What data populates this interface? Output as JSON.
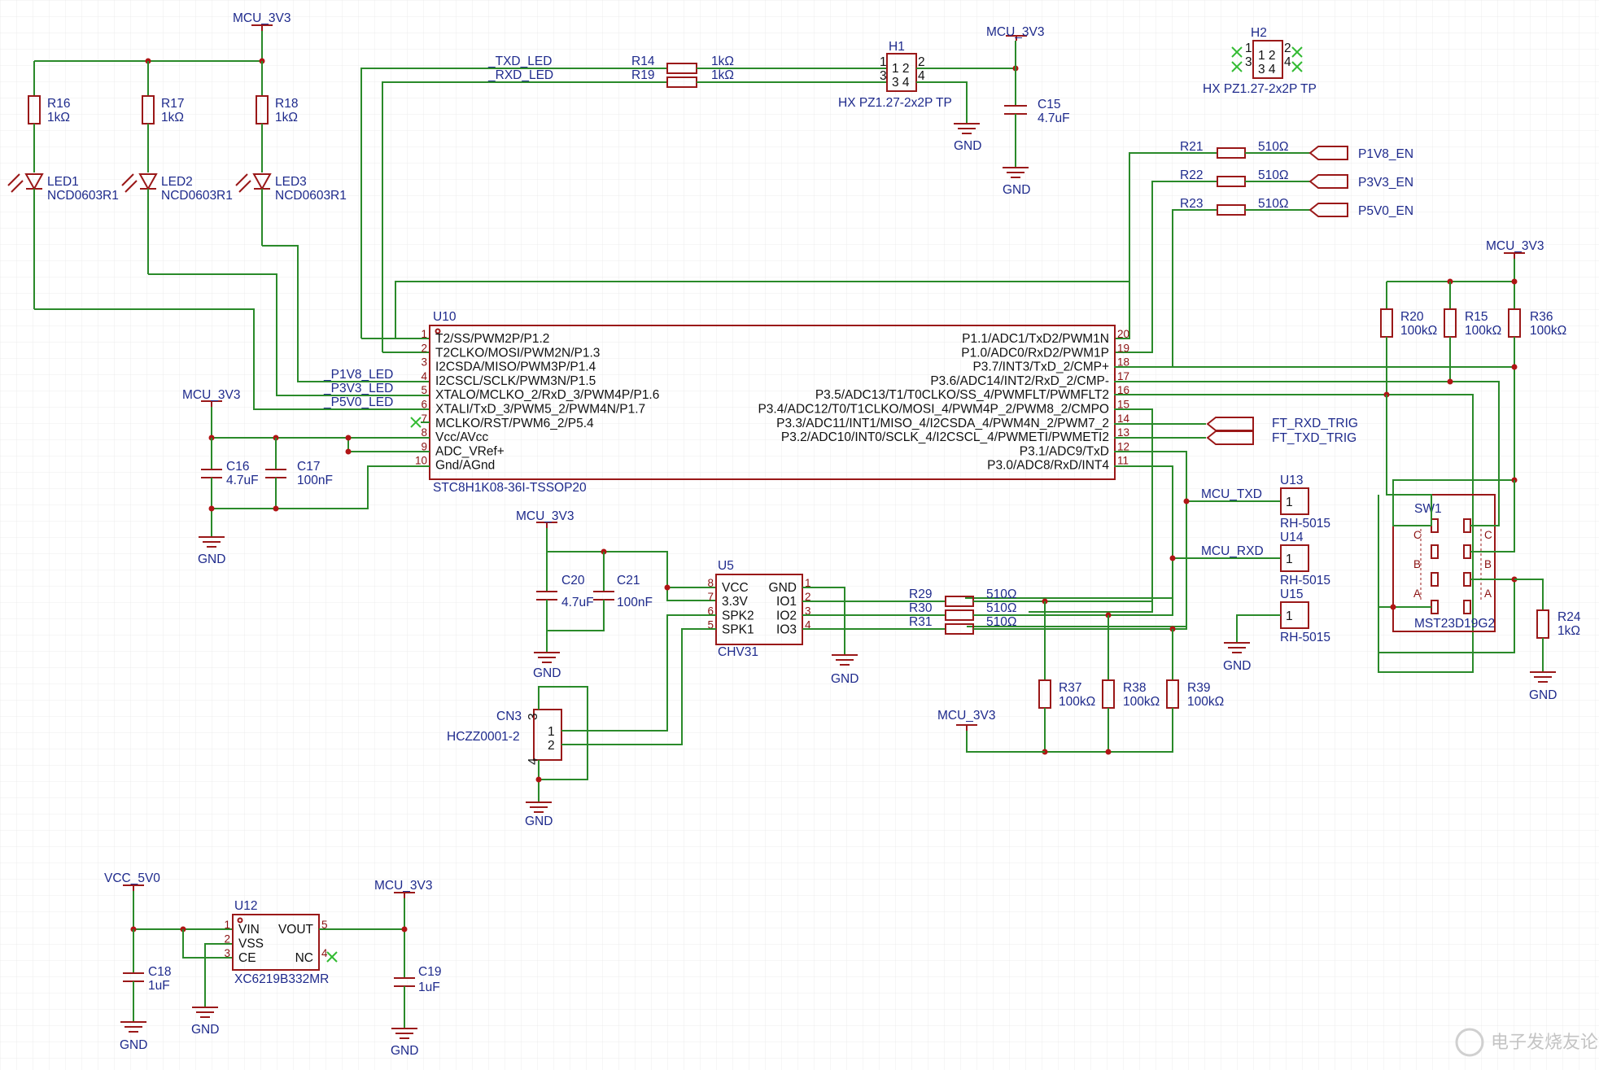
{
  "power": {
    "mcu_3v3": "MCU_3V3",
    "gnd": "GND",
    "vcc_5v0": "VCC_5V0"
  },
  "leds": [
    {
      "res": "R16",
      "res_val": "1kΩ",
      "led": "LED1",
      "led_val": "NCD0603R1"
    },
    {
      "res": "R17",
      "res_val": "1kΩ",
      "led": "LED2",
      "led_val": "NCD0603R1"
    },
    {
      "res": "R18",
      "res_val": "1kΩ",
      "led": "LED3",
      "led_val": "NCD0603R1"
    }
  ],
  "uart_leds": {
    "txd_net": "_TXD_LED",
    "rxd_net": "_RXD_LED",
    "r14": "R14",
    "r14_val": "1kΩ",
    "r19": "R19",
    "r19_val": "1kΩ"
  },
  "h1": {
    "ref": "H1",
    "value": "HX PZ1.27-2x2P TP",
    "pins": [
      "1",
      "2",
      "3",
      "4"
    ],
    "body": [
      "1 2",
      "3 4"
    ]
  },
  "h2": {
    "ref": "H2",
    "value": "HX PZ1.27-2x2P TP",
    "pins": [
      "1",
      "2",
      "3",
      "4"
    ],
    "body": [
      "1 2",
      "3 4"
    ]
  },
  "c15": {
    "ref": "C15",
    "value": "4.7uF"
  },
  "en_outputs": [
    {
      "res": "R21",
      "val": "510Ω",
      "net": "P1V8_EN"
    },
    {
      "res": "R22",
      "val": "510Ω",
      "net": "P3V3_EN"
    },
    {
      "res": "R23",
      "val": "510Ω",
      "net": "P5V0_EN"
    }
  ],
  "pullups_right": [
    {
      "ref": "R20",
      "val": "100kΩ"
    },
    {
      "ref": "R15",
      "val": "100kΩ"
    },
    {
      "ref": "R36",
      "val": "100kΩ"
    }
  ],
  "u10": {
    "ref": "U10",
    "value": "STC8H1K08-36I-TSSOP20",
    "left_pins": [
      {
        "num": "1",
        "name": "T2/SS/PWM2P/P1.2"
      },
      {
        "num": "2",
        "name": "T2CLKO/MOSI/PWM2N/P1.3"
      },
      {
        "num": "3",
        "name": "I2CSDA/MISO/PWM3P/P1.4"
      },
      {
        "num": "4",
        "name": "I2CSCL/SCLK/PWM3N/P1.5"
      },
      {
        "num": "5",
        "name": "XTALO/MCLKO_2/RxD_3/PWM4P/P1.6"
      },
      {
        "num": "6",
        "name": "XTALI/TxD_3/PWM5_2/PWM4N/P1.7"
      },
      {
        "num": "7",
        "name": "MCLKO/RST/PWM6_2/P5.4"
      },
      {
        "num": "8",
        "name": "Vcc/AVcc"
      },
      {
        "num": "9",
        "name": "ADC_VRef+"
      },
      {
        "num": "10",
        "name": "Gnd/AGnd"
      }
    ],
    "right_pins": [
      {
        "num": "20",
        "name": "P1.1/ADC1/TxD2/PWM1N"
      },
      {
        "num": "19",
        "name": "P1.0/ADC0/RxD2/PWM1P"
      },
      {
        "num": "18",
        "name": "P3.7/INT3/TxD_2/CMP+"
      },
      {
        "num": "17",
        "name": "P3.6/ADC14/INT2/RxD_2/CMP-"
      },
      {
        "num": "16",
        "name": "P3.5/ADC13/T1/T0CLKO/SS_4/PWMFLT/PWMFLT2"
      },
      {
        "num": "15",
        "name": "P3.4/ADC12/T0/T1CLKO/MOSI_4/PWM4P_2/PWM8_2/CMPO"
      },
      {
        "num": "14",
        "name": "P3.3/ADC11/INT1/MISO_4/I2CSDA_4/PWM4N_2/PWM7_2"
      },
      {
        "num": "13",
        "name": "P3.2/ADC10/INT0/SCLK_4/I2CSCL_4/PWMETI/PWMETI2"
      },
      {
        "num": "12",
        "name": "P3.1/ADC9/TxD"
      },
      {
        "num": "11",
        "name": "P3.0/ADC8/RxD/INT4"
      }
    ]
  },
  "led_nets": [
    "_P1V8_LED",
    "_P3V3_LED",
    "_P5V0_LED"
  ],
  "c16": {
    "ref": "C16",
    "value": "4.7uF"
  },
  "c17": {
    "ref": "C17",
    "value": "100nF"
  },
  "trig_nets": [
    "FT_RXD_TRIG",
    "FT_TXD_TRIG"
  ],
  "mcu_nets": [
    "MCU_TXD",
    "MCU_RXD"
  ],
  "testpoints": [
    {
      "ref": "U13",
      "value": "RH-5015",
      "pin": "1"
    },
    {
      "ref": "U14",
      "value": "RH-5015",
      "pin": "1"
    },
    {
      "ref": "U15",
      "value": "RH-5015",
      "pin": "1"
    }
  ],
  "sw1": {
    "ref": "SW1",
    "value": "MST23D19G2",
    "labels": [
      "C",
      "C",
      "B",
      "B",
      "A",
      "A"
    ]
  },
  "r24": {
    "ref": "R24",
    "value": "1kΩ"
  },
  "u5": {
    "ref": "U5",
    "value": "CHV31",
    "left_pins": [
      {
        "num": "8",
        "name": "VCC"
      },
      {
        "num": "7",
        "name": "3.3V"
      },
      {
        "num": "6",
        "name": "SPK2"
      },
      {
        "num": "5",
        "name": "SPK1"
      }
    ],
    "right_pins": [
      {
        "num": "1",
        "name": "GND"
      },
      {
        "num": "2",
        "name": "IO1"
      },
      {
        "num": "3",
        "name": "IO2"
      },
      {
        "num": "4",
        "name": "IO3"
      }
    ]
  },
  "c20": {
    "ref": "C20",
    "value": "4.7uF"
  },
  "c21": {
    "ref": "C21",
    "value": "100nF"
  },
  "series_io": [
    {
      "ref": "R29",
      "val": "510Ω"
    },
    {
      "ref": "R30",
      "val": "510Ω"
    },
    {
      "ref": "R31",
      "val": "510Ω"
    }
  ],
  "pulldowns_io": [
    {
      "ref": "R37",
      "val": "100kΩ"
    },
    {
      "ref": "R38",
      "val": "100kΩ"
    },
    {
      "ref": "R39",
      "val": "100kΩ"
    }
  ],
  "cn3": {
    "ref": "CN3",
    "value": "HCZZ0001-2",
    "pins": [
      "1",
      "2",
      "3",
      "4"
    ]
  },
  "u12": {
    "ref": "U12",
    "value": "XC6219B332MR",
    "left_pins": [
      {
        "num": "1",
        "name": "VIN"
      },
      {
        "num": "2",
        "name": "VSS"
      },
      {
        "num": "3",
        "name": "CE"
      }
    ],
    "right_pins": [
      {
        "num": "5",
        "name": "VOUT"
      },
      {
        "num": "4",
        "name": "NC"
      }
    ]
  },
  "c18": {
    "ref": "C18",
    "value": "1uF"
  },
  "c19": {
    "ref": "C19",
    "value": "1uF"
  },
  "watermark": "电子发烧友论坛",
  "colors": {
    "wire": "#2a8a2a",
    "body": "#9a1818",
    "text": "#1e2a8c",
    "junction": "#b01515"
  }
}
